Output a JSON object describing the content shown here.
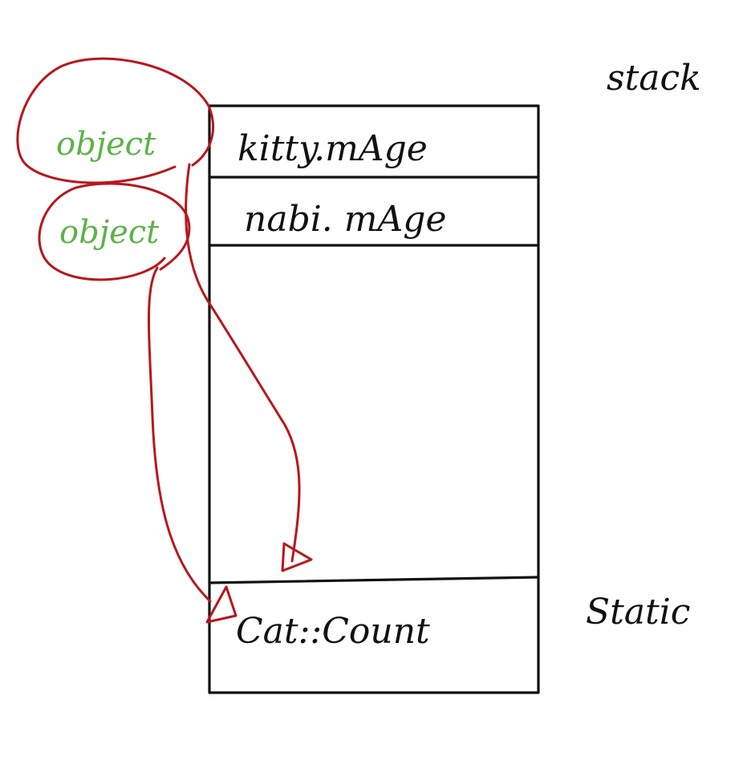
{
  "labels": {
    "stack": "stack",
    "static": "Static"
  },
  "cells": {
    "kitty": "kitty.mAge",
    "nabi": "nabi. mAge",
    "cat_count": "Cat::Count"
  },
  "objects": {
    "first": "object",
    "second": "object"
  },
  "colors": {
    "ink": "#111111",
    "arrow": "#b8171c",
    "object_text": "#5cb346"
  }
}
